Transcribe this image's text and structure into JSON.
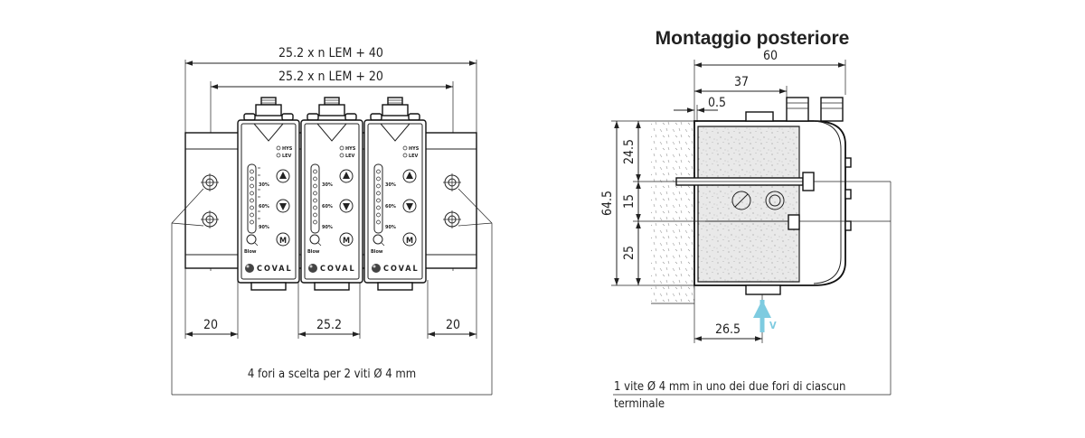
{
  "title": "Montaggio posteriore",
  "front_view": {
    "dim_total": "25.2 x n LEM + 40",
    "dim_inner": "25.2 x n LEM + 20",
    "dim_left": "20",
    "dim_pitch": "25.2",
    "dim_right": "20",
    "note": "4 fori a scelta per 2 viti Ø 4 mm",
    "module": {
      "hys": "HYS",
      "lev": "LEV",
      "pct_30": "30%",
      "pct_60": "60%",
      "pct_90": "90%",
      "blow": "Blow",
      "m": "M",
      "brand": "COVAL"
    }
  },
  "side_view": {
    "dim_60": "60",
    "dim_37": "37",
    "dim_05": "0.5",
    "dim_645": "64.5",
    "dim_245": "24.5",
    "dim_15": "15",
    "dim_25": "25",
    "dim_265": "26.5",
    "v_label": "V",
    "note_line1": "1 vite Ø 4 mm in uno dei due fori di ciascun",
    "note_line2": "terminale"
  },
  "colors": {
    "line": "#222222",
    "vacuum_arrow": "#7ecbe0",
    "wall_fill": "#ececec"
  }
}
